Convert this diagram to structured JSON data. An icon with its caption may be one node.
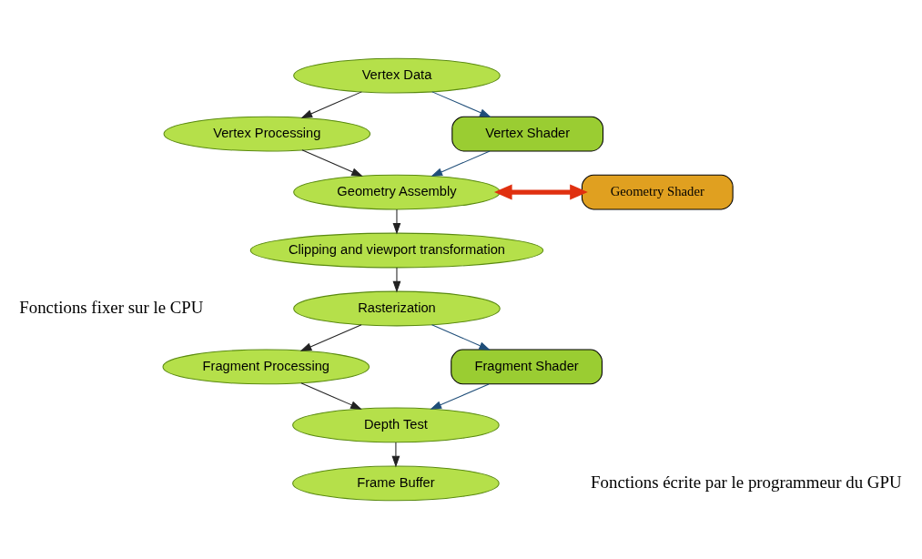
{
  "diagram": {
    "nodes": [
      {
        "text": [
          "Vertex Data"
        ]
      },
      {
        "text": [
          "Vertex Processing"
        ]
      },
      {
        "text": [
          "Geometry Assembly"
        ]
      },
      {
        "text": [
          "Clipping and viewport transformation"
        ]
      },
      {
        "text": [
          "Rasterization"
        ]
      },
      {
        "text": [
          "Fragment Processing"
        ]
      },
      {
        "text": [
          "Depth Test"
        ]
      },
      {
        "text": [
          "Frame Buffer"
        ]
      },
      {
        "text": [
          "Vertex Shader"
        ]
      },
      {
        "text": [
          "Geometry Shader"
        ]
      },
      {
        "text": [
          "Fragment Shader"
        ]
      }
    ],
    "edges": [
      {
        "from": 0,
        "to": 1,
        "arrow": "to"
      },
      {
        "from": 0,
        "to": 8,
        "arrow": "to",
        "color": "#1f4e79"
      },
      {
        "from": 8,
        "to": 2,
        "arrow": "to",
        "color": "#1f4e79"
      },
      {
        "from": 1,
        "to": 2,
        "arrow": "to"
      },
      {
        "from": 2,
        "to": 9,
        "arrow": "both",
        "style": "thick",
        "color": "#e03010"
      },
      {
        "from": 2,
        "to": 3,
        "arrow": "to"
      },
      {
        "from": 3,
        "to": 4,
        "arrow": "to"
      },
      {
        "from": 4,
        "to": 5,
        "arrow": "to"
      },
      {
        "from": 4,
        "to": 10,
        "arrow": "to",
        "color": "#1f4e79"
      },
      {
        "from": 10,
        "to": 6,
        "arrow": "to",
        "color": "#1f4e79"
      },
      {
        "from": 5,
        "to": 6,
        "arrow": "to"
      },
      {
        "from": 6,
        "to": 7,
        "arrow": "to"
      }
    ],
    "labels": [
      "Fonctions fixer sur le CPU",
      "Fonctions écrite par le programmeur du GPU"
    ]
  }
}
